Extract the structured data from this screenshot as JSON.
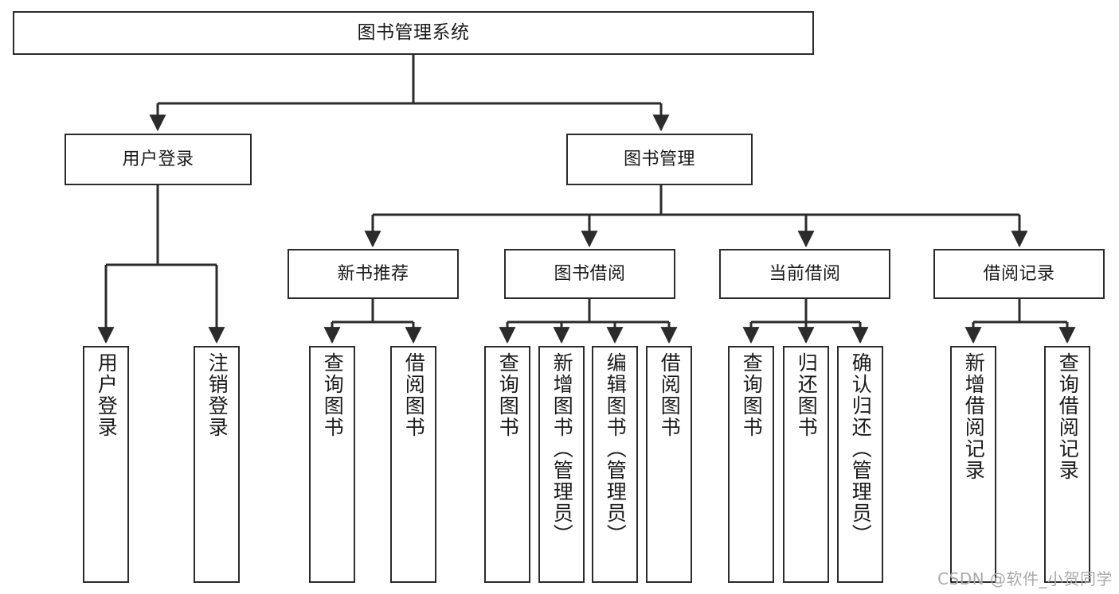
{
  "diagram": {
    "title": "图书管理系统",
    "type": "tree-hierarchy-chart",
    "orientation": "top-down",
    "line_color": "#2b2b2b",
    "box_fill": "#ffffff",
    "text_color": "#1a1a1a"
  },
  "watermark": {
    "text": "CSDN @软件_小贺同学",
    "color": "#a9a9a9"
  },
  "nodes": {
    "root": {
      "label": "图书管理系统"
    },
    "level2": [
      {
        "id": "user-login",
        "label": "用户登录"
      },
      {
        "id": "book-management",
        "label": "图书管理"
      }
    ],
    "level3": [
      {
        "id": "new-book-recommend",
        "label": "新书推荐"
      },
      {
        "id": "book-borrow",
        "label": "图书借阅"
      },
      {
        "id": "current-borrow",
        "label": "当前借阅"
      },
      {
        "id": "borrow-record",
        "label": "借阅记录"
      }
    ],
    "leaves": {
      "user_login": [
        {
          "id": "leaf-user-login",
          "label": "用户登录"
        },
        {
          "id": "leaf-logout-login",
          "label": "注销登录"
        }
      ],
      "new_book_recommend": [
        {
          "id": "leaf-query-book-1",
          "label": "查询图书"
        },
        {
          "id": "leaf-borrow-book-1",
          "label": "借阅图书"
        }
      ],
      "book_borrow": [
        {
          "id": "leaf-query-book-2",
          "label": "查询图书"
        },
        {
          "id": "leaf-add-book",
          "label": "新增图书（管理员）"
        },
        {
          "id": "leaf-edit-book",
          "label": "编辑图书（管理员）"
        },
        {
          "id": "leaf-borrow-book-2",
          "label": "借阅图书"
        }
      ],
      "current_borrow": [
        {
          "id": "leaf-query-book-3",
          "label": "查询图书"
        },
        {
          "id": "leaf-return-book",
          "label": "归还图书"
        },
        {
          "id": "leaf-confirm-return",
          "label": "确认归还（管理员）"
        }
      ],
      "borrow_record": [
        {
          "id": "leaf-add-record",
          "label": "新增借阅记录"
        },
        {
          "id": "leaf-query-record",
          "label": "查询借阅记录"
        }
      ]
    }
  }
}
